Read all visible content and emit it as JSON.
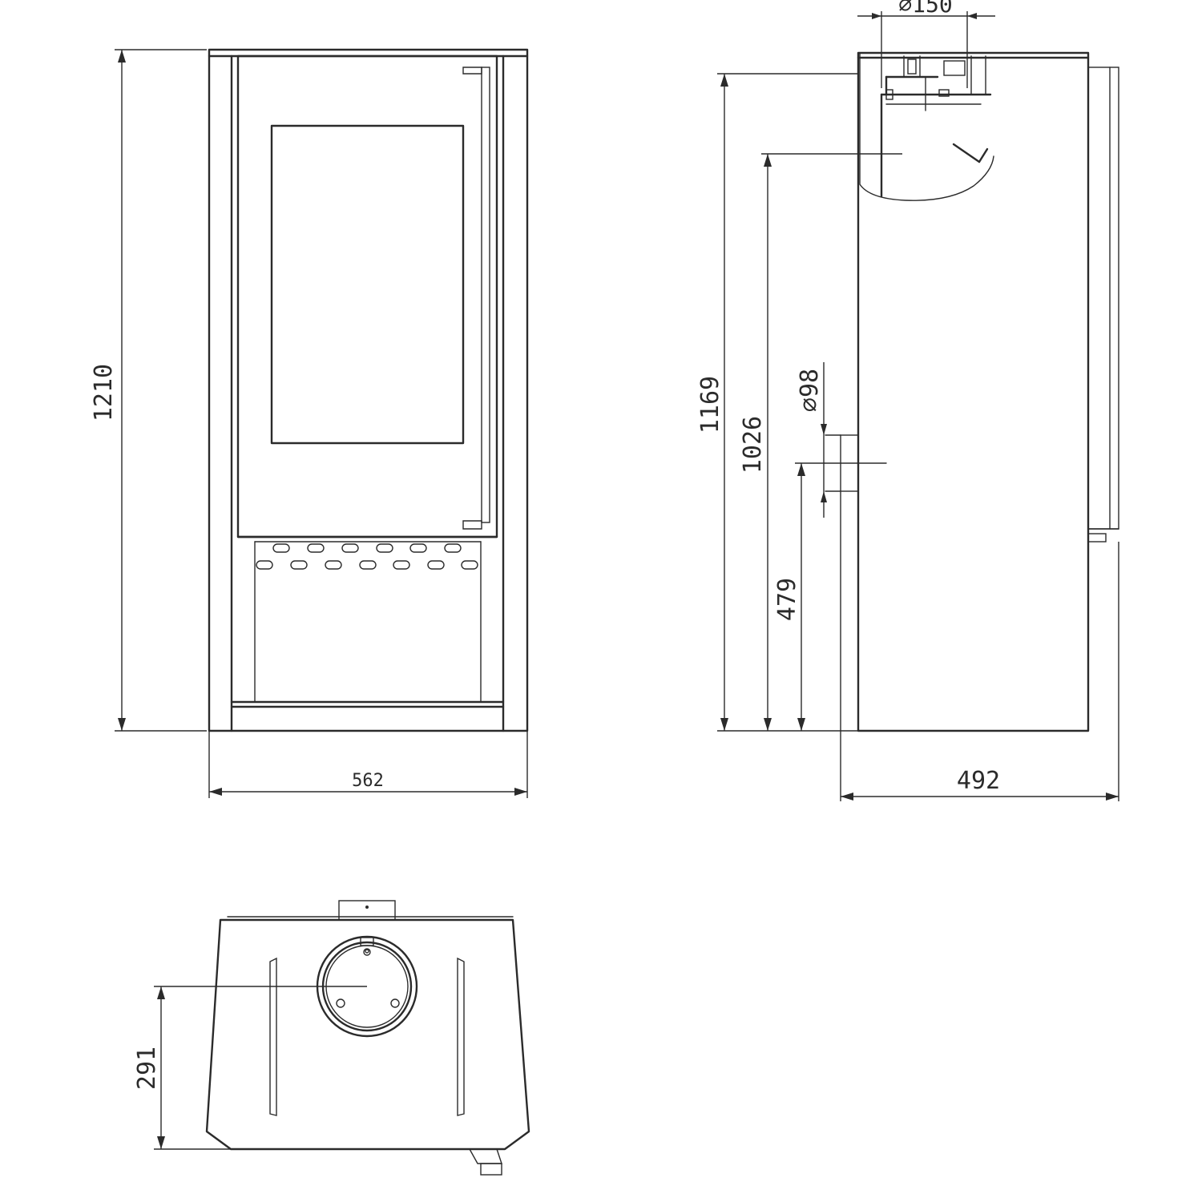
{
  "dimensions": {
    "front_height": "1210",
    "front_width": "562",
    "side_total_height": "1169",
    "side_flue_height": "1026",
    "side_air_inlet_height": "479",
    "air_inlet_diameter": "⌀98",
    "flue_diameter": "⌀150",
    "side_depth": "492",
    "top_flue_offset": "291"
  }
}
